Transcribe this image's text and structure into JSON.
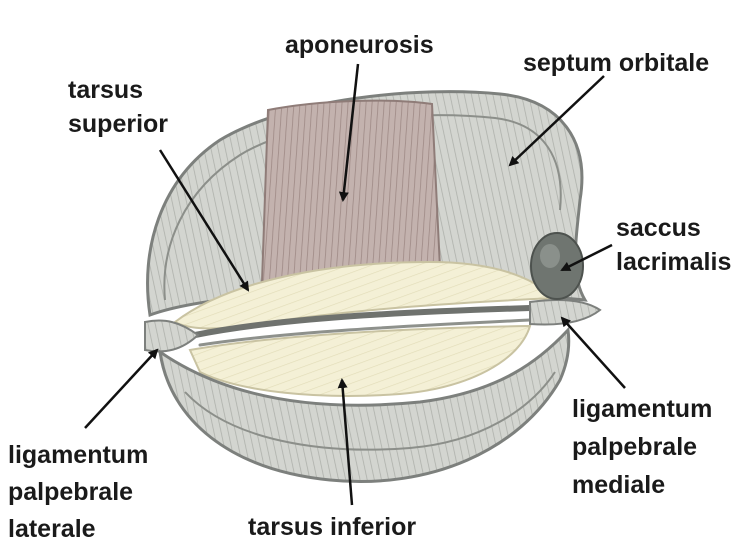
{
  "labels": {
    "aponeurosis": [
      "aponeurosis"
    ],
    "septum_orbitale": [
      "septum orbitale"
    ],
    "tarsus_superior": [
      "tarsus",
      "superior"
    ],
    "saccus_lacrimalis": [
      "saccus",
      "lacrimalis"
    ],
    "ligamentum_palpebrale_mediale": [
      "ligamentum",
      "palpebrale",
      "mediale"
    ],
    "ligamentum_palpebrale_laterale": [
      "ligamentum",
      "palpebrale",
      "laterale"
    ],
    "tarsus_inferior": [
      "tarsus inferior"
    ]
  },
  "colors": {
    "label_text": "#1a1a1a",
    "pointer": "#111111",
    "outline": "#7d807d",
    "septum_fill": "#c9cbc6",
    "aponeurosis_fill": "#b8a4a0",
    "tarsus_fill": "#f3efd0",
    "saccus_fill": "#6f7570"
  }
}
